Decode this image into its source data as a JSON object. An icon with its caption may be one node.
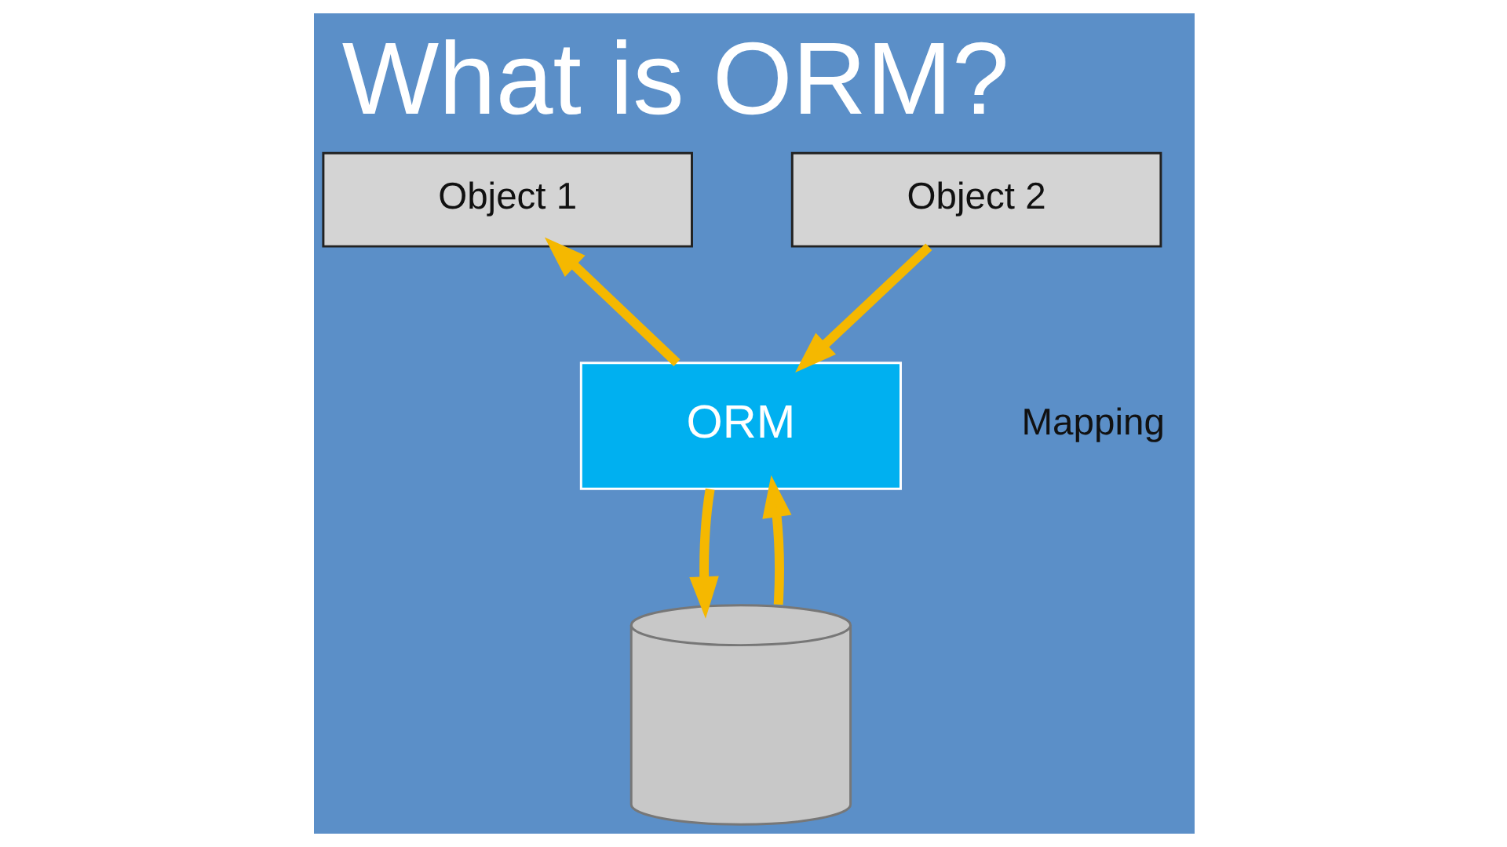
{
  "diagram": {
    "title": "What is ORM?",
    "nodes": [
      {
        "text": [
          "Object 1"
        ]
      },
      {
        "text": [
          "Object 2"
        ]
      },
      {
        "text": [
          "ORM"
        ],
        "beside": [
          "Mapping"
        ]
      },
      {
        "text": [],
        "shape": "cylinder"
      }
    ],
    "edges": [
      {
        "from": 2,
        "to": 0,
        "arrow": "to"
      },
      {
        "from": 1,
        "to": 2,
        "arrow": "to"
      },
      {
        "from": 2,
        "to": 3,
        "arrow": "to"
      },
      {
        "from": 3,
        "to": 2,
        "arrow": "to"
      }
    ]
  }
}
